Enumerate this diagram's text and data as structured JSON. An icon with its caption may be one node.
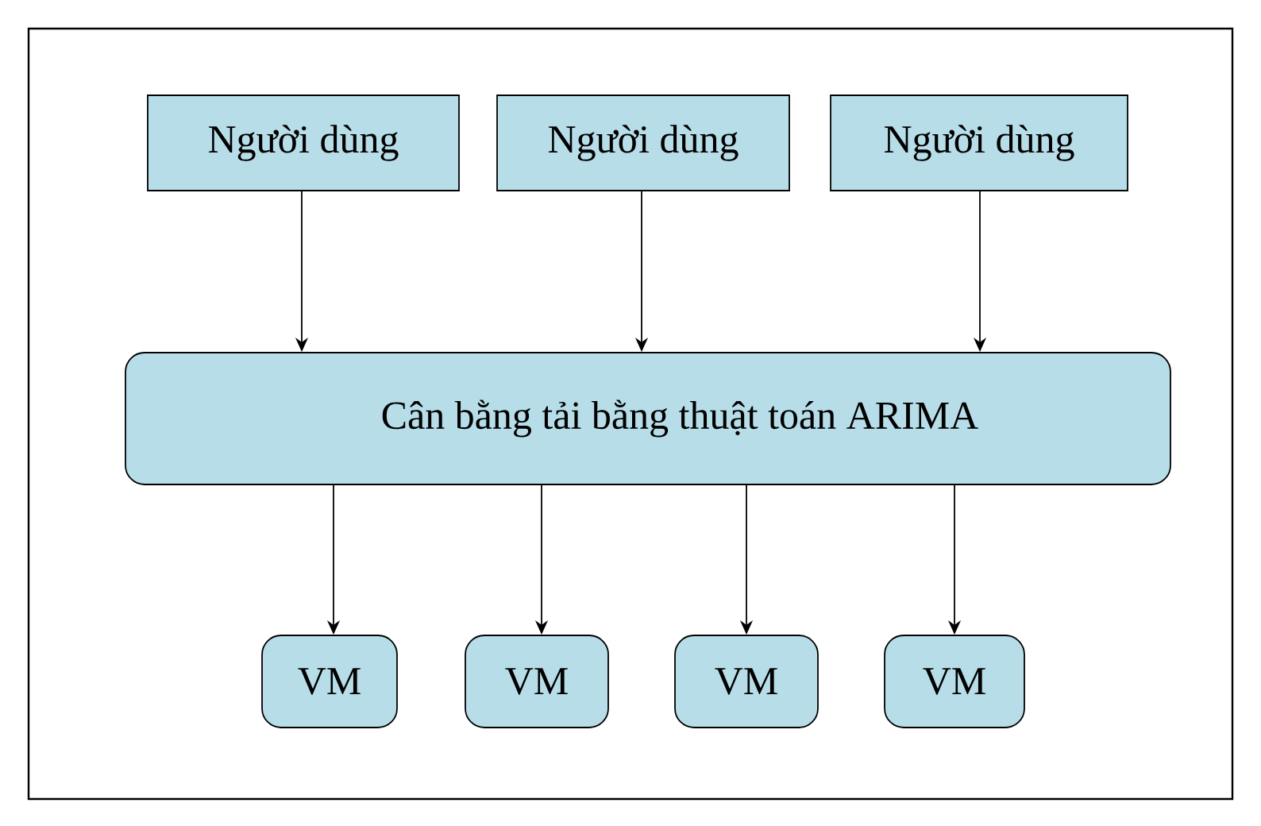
{
  "diagram": {
    "nodes": [
      {
        "text": [
          "Người dùng"
        ]
      },
      {
        "text": [
          "Người dùng"
        ]
      },
      {
        "text": [
          "Người dùng"
        ]
      },
      {
        "text": [
          "Cân bằng tải bằng thuật toán ARIMA"
        ]
      },
      {
        "text": [
          "VM"
        ]
      },
      {
        "text": [
          "VM"
        ]
      },
      {
        "text": [
          "VM"
        ]
      },
      {
        "text": [
          "VM"
        ]
      }
    ],
    "edges": [
      {
        "from": 0,
        "to": 3,
        "arrow": "to"
      },
      {
        "from": 1,
        "to": 3,
        "arrow": "to"
      },
      {
        "from": 2,
        "to": 3,
        "arrow": "to"
      },
      {
        "from": 3,
        "to": 4,
        "arrow": "to"
      },
      {
        "from": 3,
        "to": 5,
        "arrow": "to"
      },
      {
        "from": 3,
        "to": 6,
        "arrow": "to"
      },
      {
        "from": 3,
        "to": 7,
        "arrow": "to"
      }
    ]
  }
}
